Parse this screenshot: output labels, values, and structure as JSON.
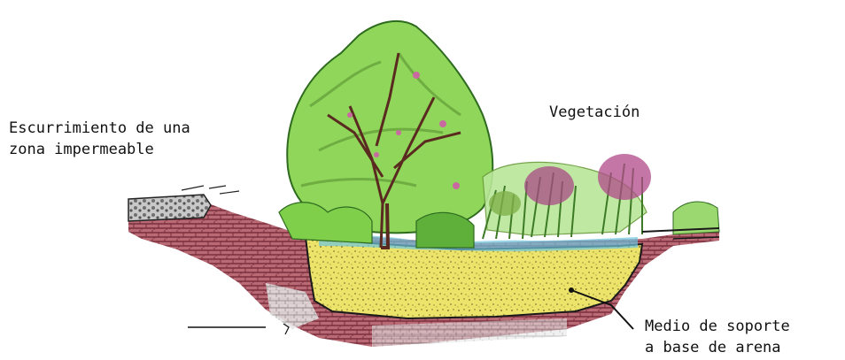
{
  "labels": {
    "runoff": [
      "Escurrimiento de una",
      "zona impermeable"
    ],
    "vegetation": "Vegetación",
    "media": [
      "Medio de soporte",
      "a base de arena"
    ]
  },
  "colors": {
    "soil": "#b0525f",
    "sand": "#e8df62",
    "foliage": "#7fcf4a",
    "water": "#6ec6e0",
    "gravel": "#9a9a9a",
    "flowers": "#b04a8a"
  }
}
